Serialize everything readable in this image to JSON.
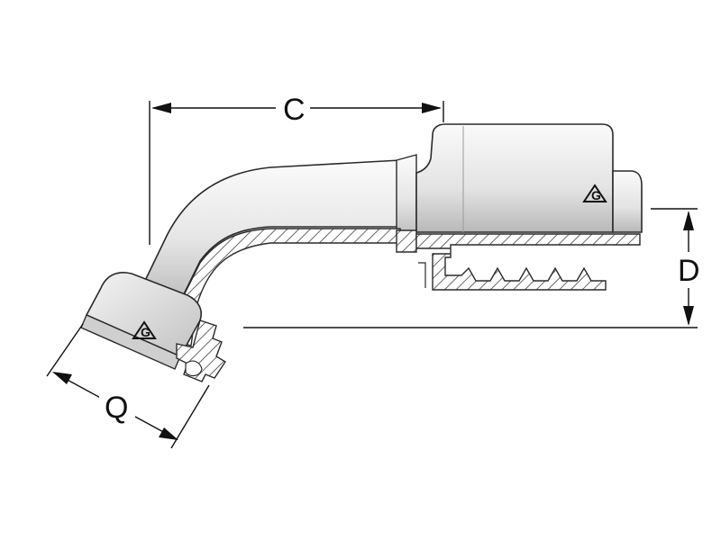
{
  "diagram": {
    "dimensions": {
      "c": "C",
      "d": "D",
      "q": "Q"
    },
    "logo_mark": "G",
    "colors": {
      "metal_light": "#f2f2f2",
      "metal_mid": "#d8d8d8",
      "metal_dark": "#a9a9a9",
      "outline": "#2a2a2a",
      "hatch": "#444444"
    }
  }
}
